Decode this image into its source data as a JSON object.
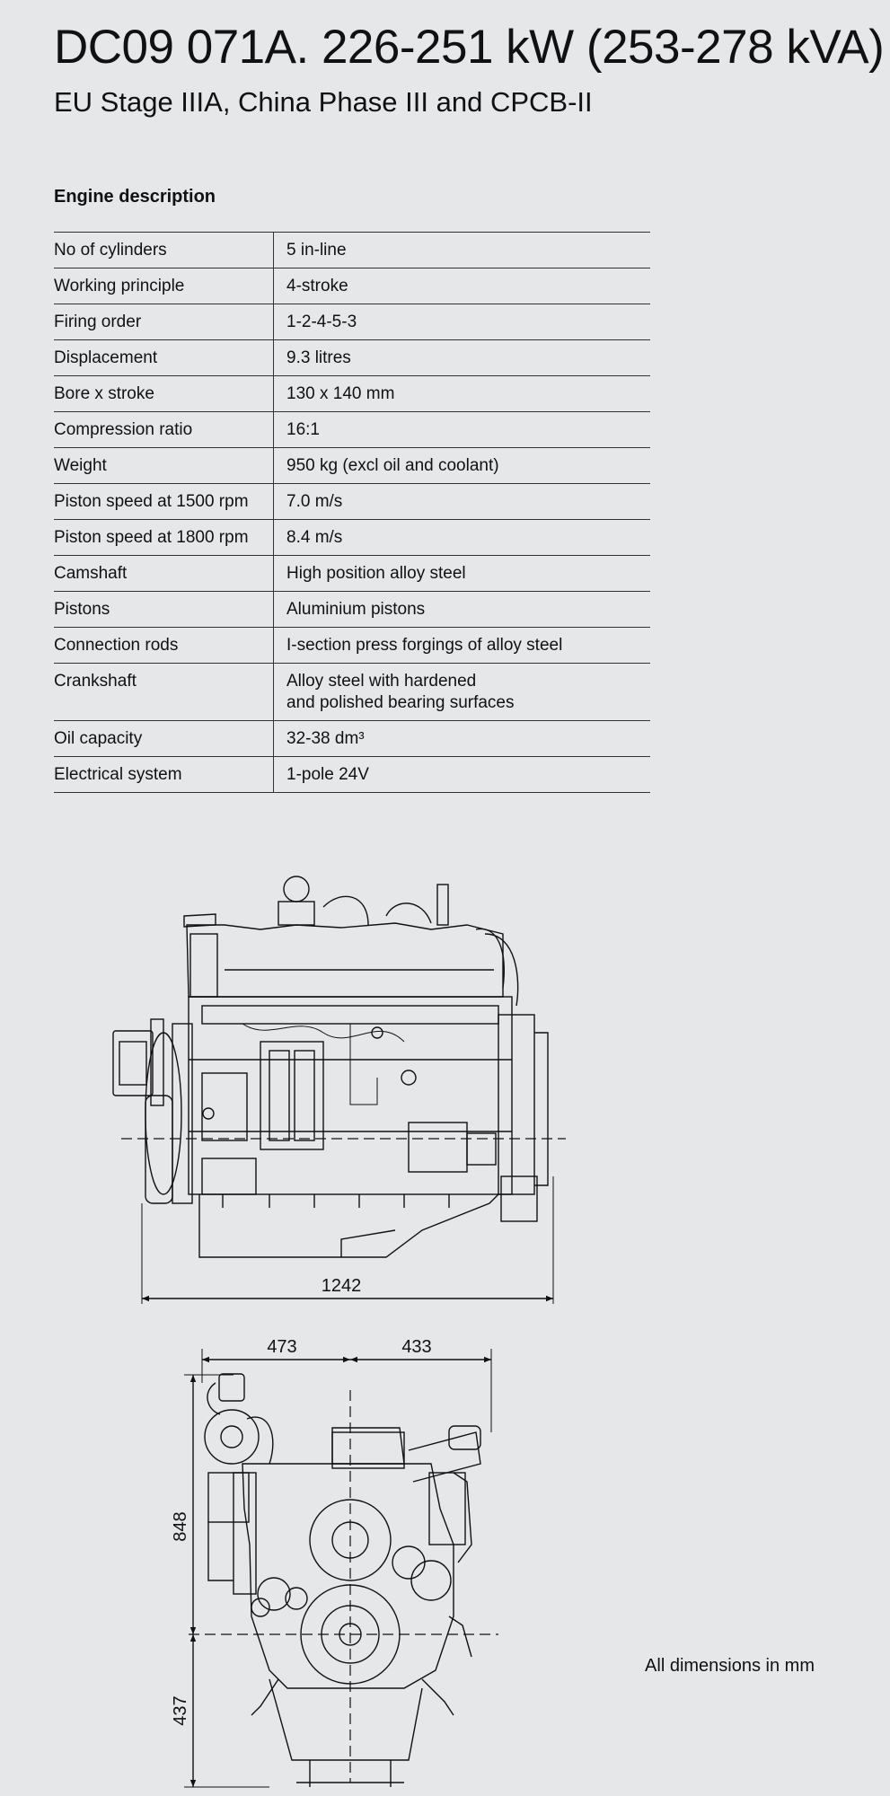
{
  "header": {
    "title": "DC09 071A. 226-251 kW (253-278 kVA)",
    "subtitle": "EU Stage IIIA, China Phase III and CPCB-II"
  },
  "engine": {
    "section_title": "Engine description",
    "rows": [
      {
        "label": "No of cylinders",
        "value": "5 in-line"
      },
      {
        "label": "Working principle",
        "value": "4-stroke"
      },
      {
        "label": "Firing order",
        "value": "1-2-4-5-3"
      },
      {
        "label": "Displacement",
        "value": "9.3 litres"
      },
      {
        "label": "Bore x stroke",
        "value": "130 x 140 mm"
      },
      {
        "label": "Compression ratio",
        "value": "16:1"
      },
      {
        "label": "Weight",
        "value": "950 kg (excl oil and coolant)"
      },
      {
        "label": "Piston speed at 1500 rpm",
        "value": "7.0 m/s"
      },
      {
        "label": "Piston speed at 1800 rpm",
        "value": "8.4 m/s"
      },
      {
        "label": "Camshaft",
        "value": "High position alloy steel"
      },
      {
        "label": "Pistons",
        "value": "Aluminium pistons"
      },
      {
        "label": "Connection rods",
        "value": "I-section press forgings of alloy steel"
      },
      {
        "label": "Crankshaft",
        "value": "Alloy steel with hardened",
        "value2": "and polished bearing surfaces"
      },
      {
        "label": "Oil capacity",
        "value": "32-38 dm³"
      },
      {
        "label": "Electrical system",
        "value": "1-pole 24V"
      }
    ]
  },
  "drawing": {
    "side_length": "1242",
    "front_left": "473",
    "front_right": "433",
    "front_upper": "848",
    "front_lower": "437"
  },
  "footer": {
    "note": "All dimensions in mm"
  }
}
